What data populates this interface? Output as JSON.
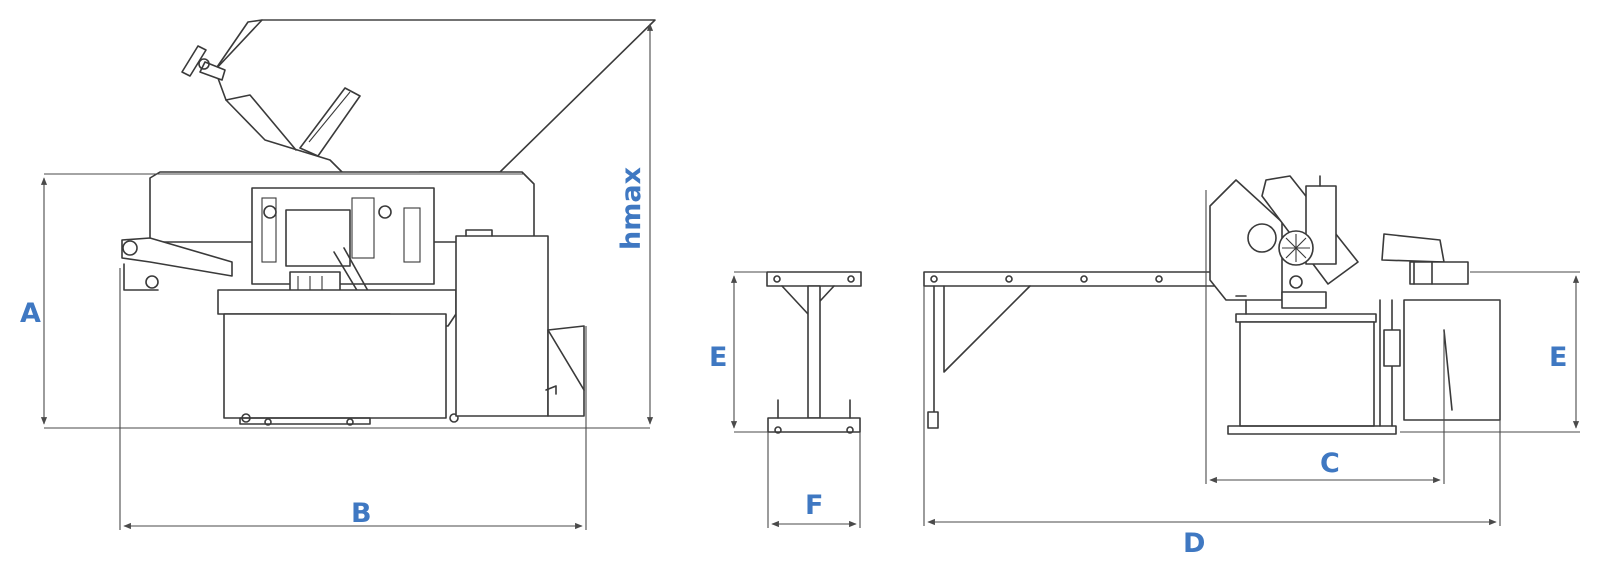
{
  "labels": {
    "A": "A",
    "B": "B",
    "hmax": "hmax",
    "E_left": "E",
    "F": "F",
    "C": "C",
    "D": "D",
    "E_right": "E"
  },
  "colors": {
    "line": "#3a3a3a",
    "label": "#3f78c2",
    "background": "#ffffff"
  }
}
